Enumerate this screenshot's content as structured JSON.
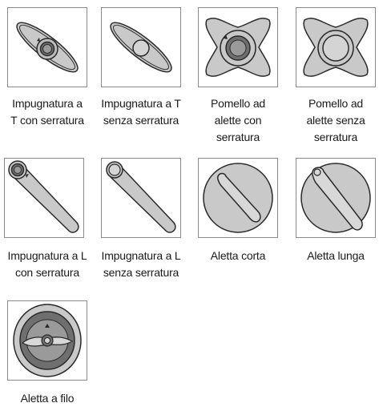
{
  "items": [
    {
      "icon": "t-handle-lock-icon",
      "caption": [
        "Impugnatura a",
        "T con serratura"
      ]
    },
    {
      "icon": "t-handle-icon",
      "caption": [
        "Impugnatura a T",
        "senza serratura"
      ]
    },
    {
      "icon": "wing-knob-lock-icon",
      "caption": [
        "Pomello ad",
        "alette con",
        "serratura"
      ]
    },
    {
      "icon": "wing-knob-icon",
      "caption": [
        "Pomello ad",
        "alette senza",
        "serratura"
      ]
    },
    {
      "icon": "l-handle-lock-icon",
      "caption": [
        "Impugnatura a L",
        "con serratura"
      ]
    },
    {
      "icon": "l-handle-icon",
      "caption": [
        "Impugnatura a L",
        "senza serratura"
      ]
    },
    {
      "icon": "short-tab-icon",
      "caption": [
        "Aletta corta"
      ]
    },
    {
      "icon": "long-tab-icon",
      "caption": [
        "Aletta lunga"
      ]
    },
    {
      "icon": "flush-tab-icon",
      "caption": [
        "Aletta a filo"
      ]
    }
  ],
  "colors": {
    "fill_light": "#c9c9c9",
    "fill_mid": "#9a9a9a",
    "fill_dark": "#6f6f6f",
    "stroke": "#2a2a2a",
    "frame": "#8a8a8a"
  }
}
